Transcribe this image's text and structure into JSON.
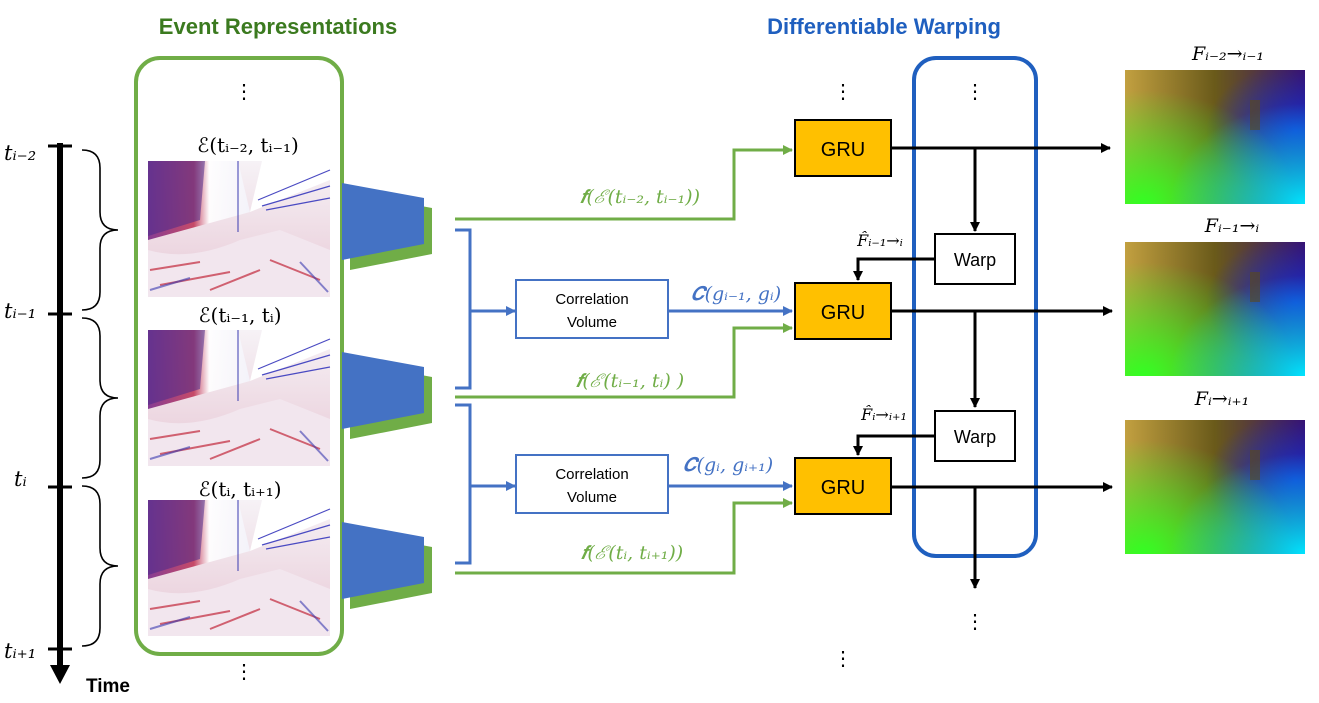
{
  "headers": {
    "event_representations": "Event Representations",
    "differentiable_warping": "Differentiable Warping"
  },
  "timeline": {
    "axis_label": "Time",
    "ticks": [
      "tᵢ₋₂",
      "tᵢ₋₁",
      "tᵢ",
      "tᵢ₊₁"
    ]
  },
  "event_labels": [
    "ℰ(tᵢ₋₂, tᵢ₋₁)",
    "ℰ(tᵢ₋₁, tᵢ)",
    "ℰ(tᵢ, tᵢ₊₁)"
  ],
  "feature_labels": [
    "𝒇(ℰ(tᵢ₋₂, tᵢ₋₁))",
    "𝒇(ℰ(tᵢ₋₁, tᵢ) )",
    "𝒇(ℰ(tᵢ, tᵢ₊₁))"
  ],
  "correlation": {
    "box_line1": "Correlation",
    "box_line2": "Volume",
    "labels": [
      "𝑪(gᵢ₋₁, gᵢ)",
      "𝑪(gᵢ, gᵢ₊₁)"
    ]
  },
  "gru_label": "GRU",
  "warp_label": "Warp",
  "warp_inputs": [
    "F̂ᵢ₋₁→ᵢ",
    "F̂ᵢ→ᵢ₊₁"
  ],
  "flow_labels": [
    "Fᵢ₋₂→ᵢ₋₁",
    "Fᵢ₋₁→ᵢ",
    "Fᵢ→ᵢ₊₁"
  ],
  "ellipsis": "⋮",
  "colors": {
    "green": "#70ad47",
    "header_green": "#3b7a1f",
    "blue": "#4472c4",
    "header_blue": "#1f5fbf",
    "gru_fill": "#ffc000",
    "black": "#000000"
  }
}
